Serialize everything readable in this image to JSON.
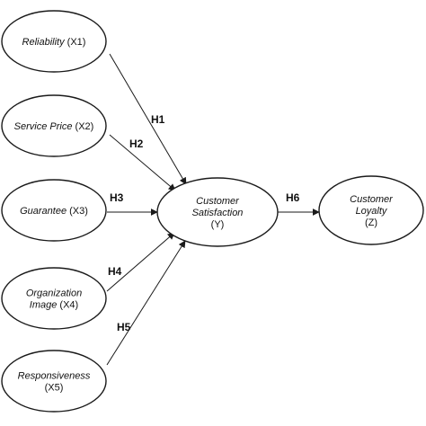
{
  "nodes": [
    {
      "id": "x1",
      "lines": [
        {
          "italic": "Reliability",
          "plain": " (X1)"
        }
      ]
    },
    {
      "id": "x2",
      "lines": [
        {
          "italic": "Service Price",
          "plain": " (X2)"
        }
      ]
    },
    {
      "id": "x3",
      "lines": [
        {
          "italic": "Guarantee",
          "plain": " (X3)"
        }
      ]
    },
    {
      "id": "x4",
      "lines": [
        {
          "italic": "Organization",
          "plain": ""
        },
        {
          "italic": "Image",
          "plain": " (X4)"
        }
      ]
    },
    {
      "id": "x5",
      "lines": [
        {
          "italic": "Responsiveness",
          "plain": ""
        },
        {
          "italic": "",
          "plain": "(X5)"
        }
      ]
    },
    {
      "id": "y",
      "lines": [
        {
          "italic": "Customer",
          "plain": ""
        },
        {
          "italic": "Satisfaction",
          "plain": ""
        },
        {
          "italic": "",
          "plain": "(Y)"
        }
      ]
    },
    {
      "id": "z",
      "lines": [
        {
          "italic": "Customer",
          "plain": ""
        },
        {
          "italic": "Loyalty",
          "plain": ""
        },
        {
          "italic": "",
          "plain": "(Z)"
        }
      ]
    }
  ],
  "edges": [
    {
      "id": "h1",
      "from": "x1",
      "to": "y",
      "label": "H1"
    },
    {
      "id": "h2",
      "from": "x2",
      "to": "y",
      "label": "H2"
    },
    {
      "id": "h3",
      "from": "x3",
      "to": "y",
      "label": "H3"
    },
    {
      "id": "h4",
      "from": "x4",
      "to": "y",
      "label": "H4"
    },
    {
      "id": "h5",
      "from": "x5",
      "to": "y",
      "label": "H5"
    },
    {
      "id": "h6",
      "from": "y",
      "to": "z",
      "label": "H6"
    }
  ],
  "colors": {
    "stroke": "#1a1a1a",
    "text": "#111111",
    "background": "#ffffff"
  }
}
